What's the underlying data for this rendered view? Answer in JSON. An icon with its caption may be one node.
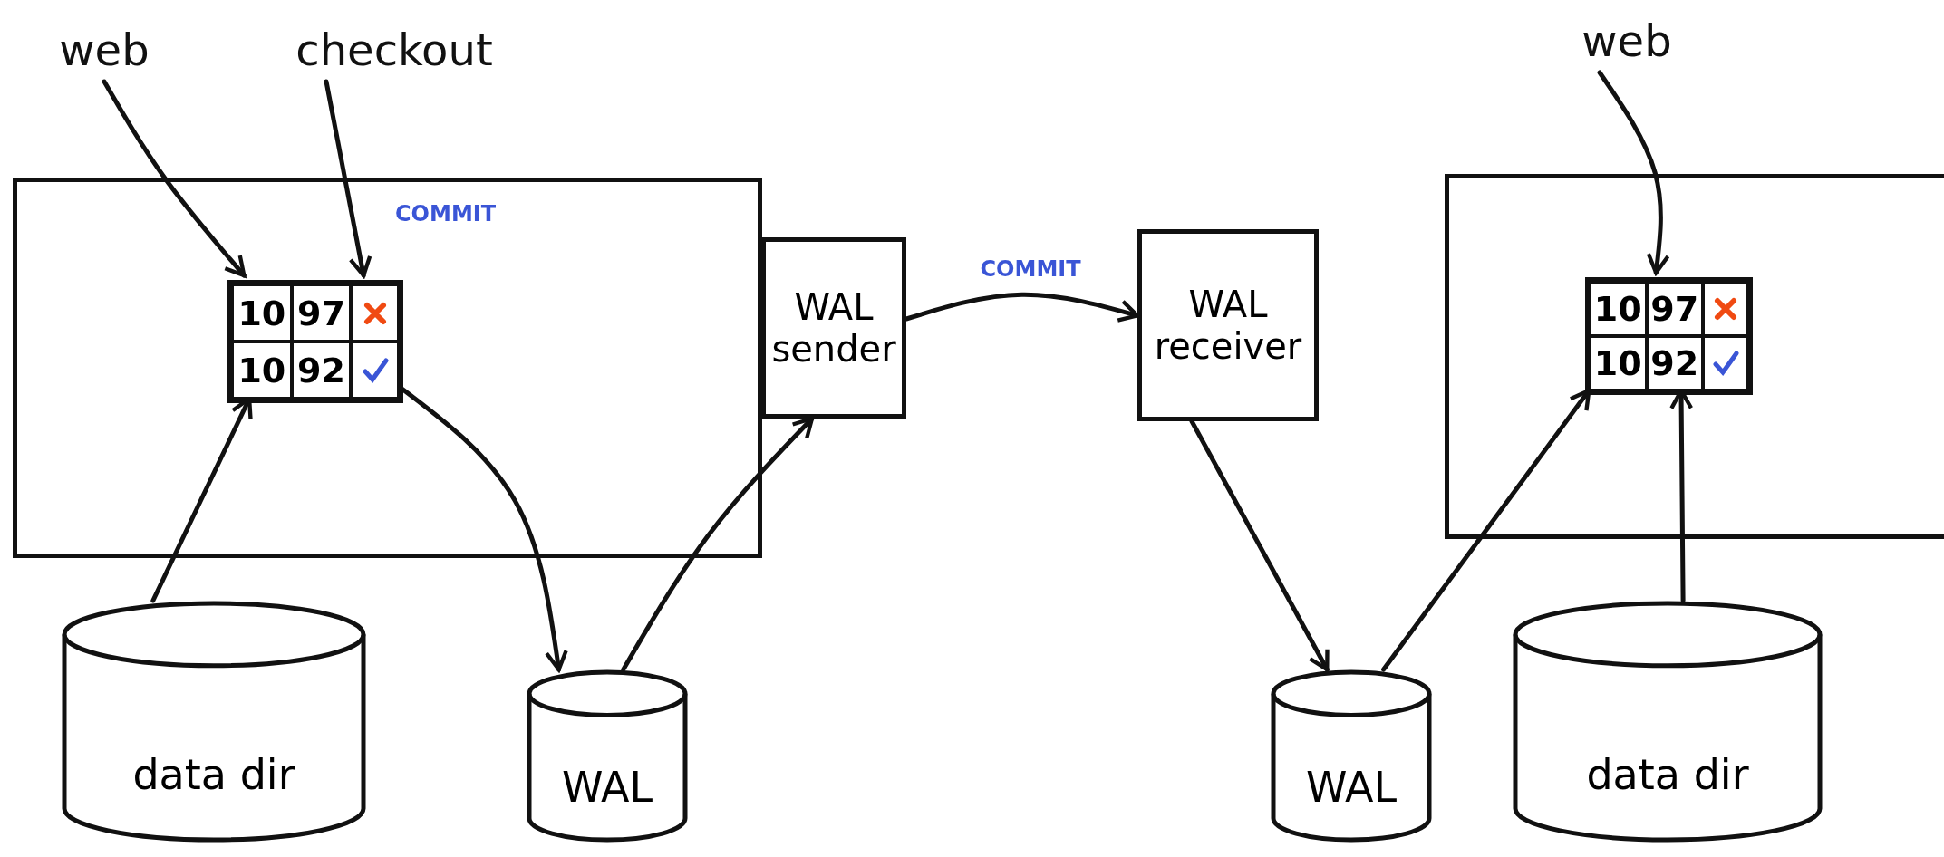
{
  "diagram": {
    "nodes": [
      {
        "text": [
          "web"
        ]
      },
      {
        "text": [
          "checkout"
        ]
      },
      {
        "text": [],
        "shape": "box"
      },
      {
        "text": [
          "10",
          "97",
          "10",
          "92"
        ],
        "in": 2
      },
      {
        "text": [
          "WAL sender"
        ]
      },
      {
        "text": [
          "WAL receiver"
        ]
      },
      {
        "text": [
          "web"
        ]
      },
      {
        "text": [],
        "shape": "box"
      },
      {
        "text": [
          "10",
          "97",
          "10",
          "92"
        ],
        "in": 7
      },
      {
        "text": [
          "data dir"
        ]
      },
      {
        "text": [
          "WAL"
        ]
      },
      {
        "text": [
          "WAL"
        ]
      },
      {
        "text": [
          "data dir"
        ]
      }
    ],
    "edges": [
      {
        "from": 0,
        "to": 3,
        "arrow": "to"
      },
      {
        "from": 1,
        "to": 3,
        "arrow": "to"
      },
      {
        "from": 9,
        "to": 3,
        "arrow": "to"
      },
      {
        "from": 3,
        "to": 10,
        "arrow": "to"
      },
      {
        "from": 10,
        "to": 4,
        "arrow": "to"
      },
      {
        "from": 4,
        "to": 5,
        "arrow": "to",
        "label": "COMMIT"
      },
      {
        "from": 5,
        "to": 11,
        "arrow": "to"
      },
      {
        "from": 11,
        "to": 8,
        "arrow": "to"
      },
      {
        "from": 12,
        "to": 8,
        "arrow": "to"
      },
      {
        "from": 6,
        "to": 8,
        "arrow": "to"
      }
    ],
    "labels": [
      "COMMIT"
    ]
  }
}
